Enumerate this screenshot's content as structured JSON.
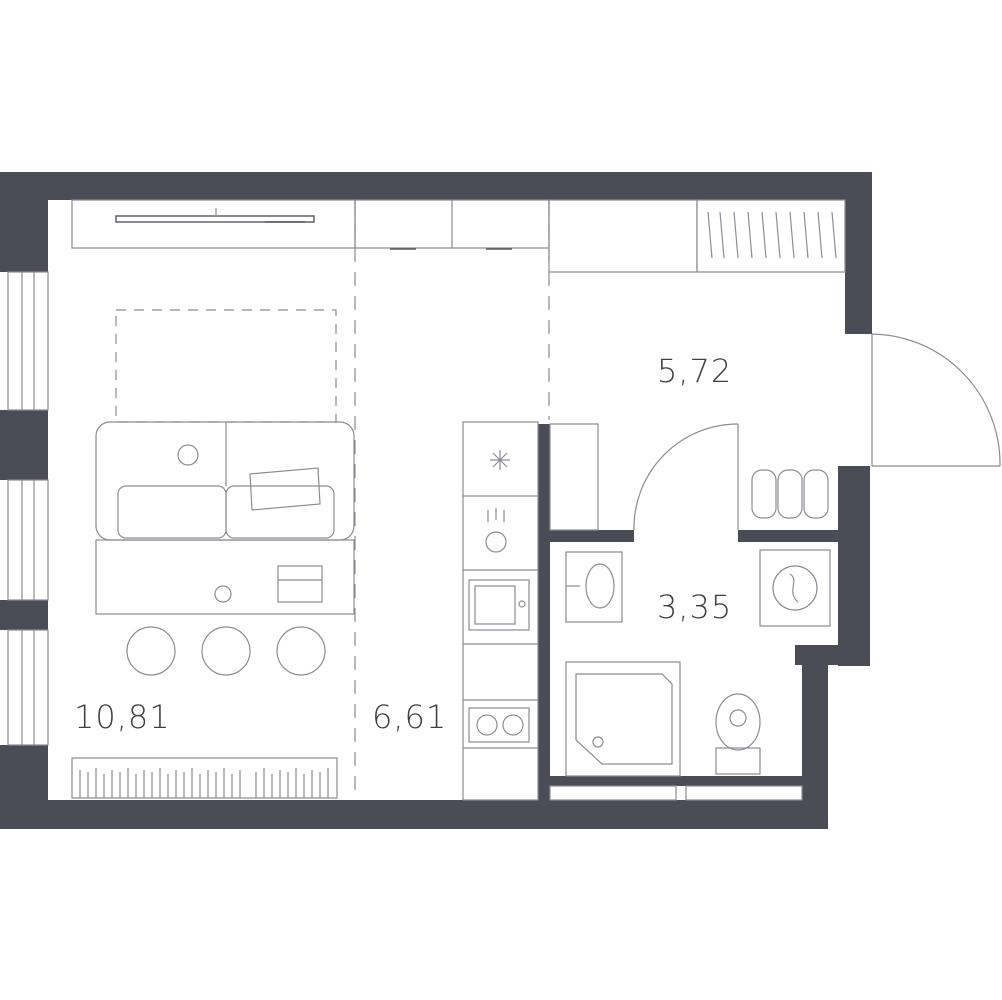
{
  "plan": {
    "wall_color": "#4a4d55",
    "rooms": [
      {
        "id": "living",
        "area": "10,81"
      },
      {
        "id": "kitchen",
        "area": "6,61"
      },
      {
        "id": "hallway",
        "area": "5,72"
      },
      {
        "id": "bathroom",
        "area": "3,35"
      }
    ]
  }
}
